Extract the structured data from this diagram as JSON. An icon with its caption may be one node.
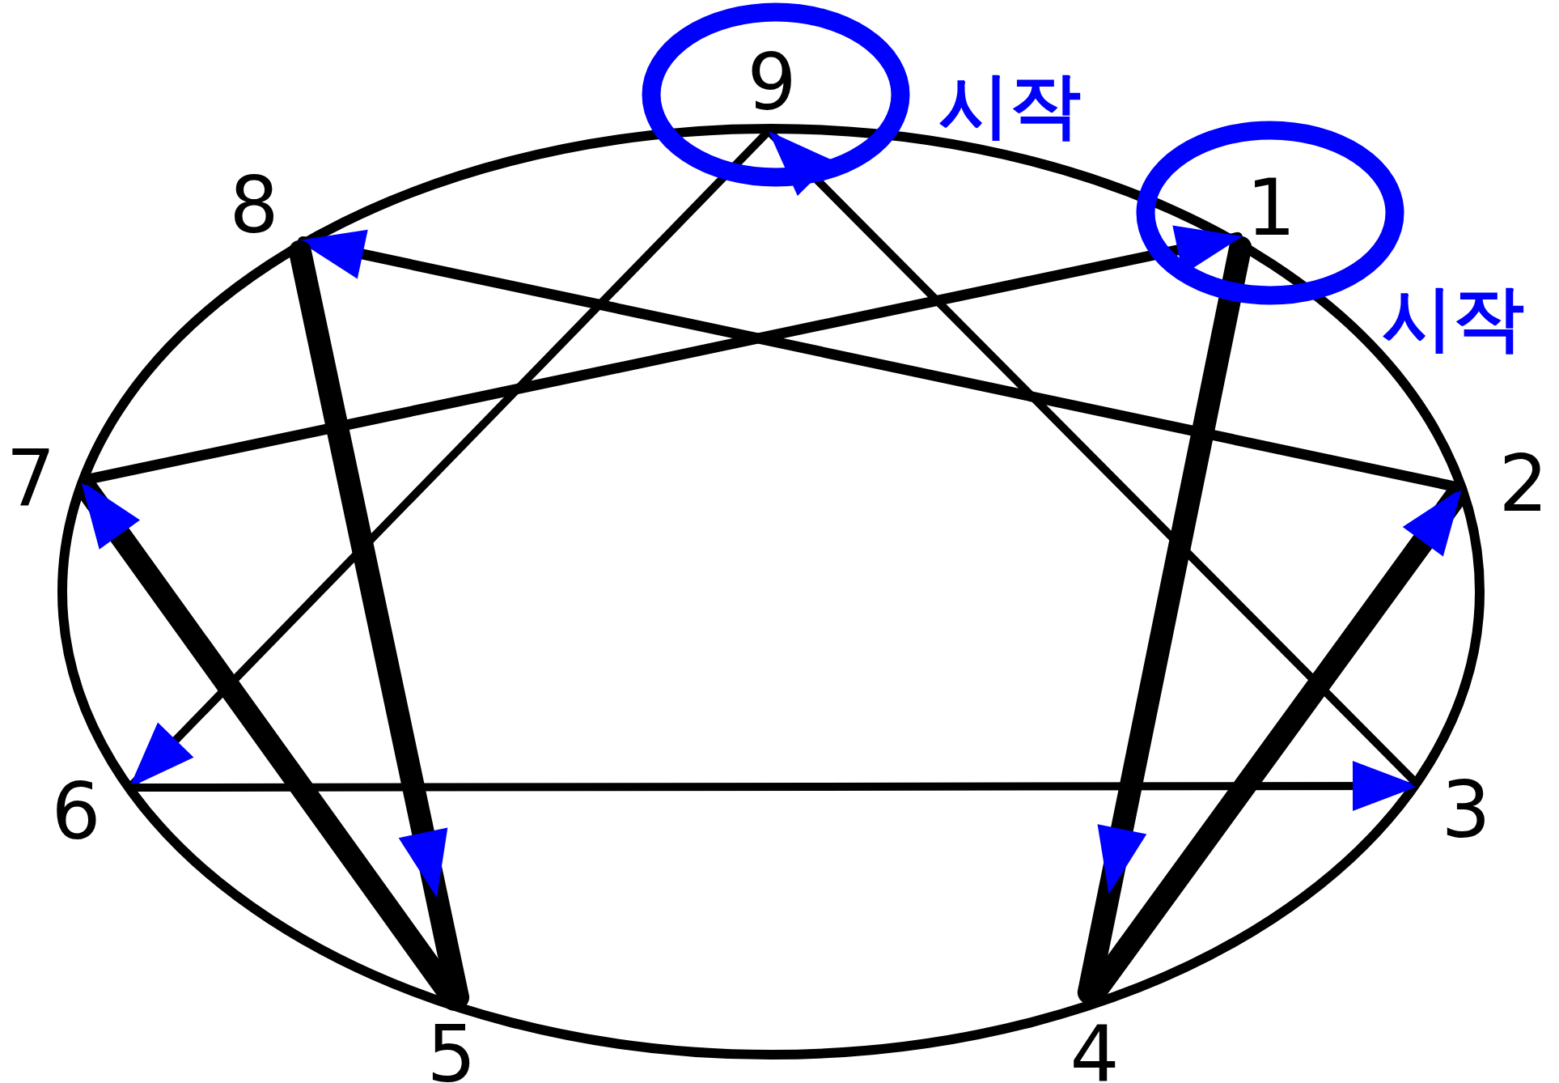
{
  "diagram": {
    "nodes": [
      {
        "text": [
          "9"
        ],
        "beside": [
          "시작"
        ]
      },
      {
        "text": [
          "8"
        ]
      },
      {
        "text": [
          "1"
        ],
        "beside": [
          "시작"
        ]
      },
      {
        "text": [
          "7"
        ]
      },
      {
        "text": [
          "2"
        ]
      },
      {
        "text": [
          "6"
        ]
      },
      {
        "text": [
          "3"
        ]
      },
      {
        "text": [
          "5"
        ]
      },
      {
        "text": [
          "4"
        ]
      }
    ],
    "edges": [
      {
        "from": 2,
        "to": 8,
        "arrow": "to",
        "style": "thick"
      },
      {
        "from": 8,
        "to": 4,
        "arrow": "to",
        "style": "thick"
      },
      {
        "from": 4,
        "to": 1,
        "arrow": "to"
      },
      {
        "from": 1,
        "to": 7,
        "arrow": "to",
        "style": "thick"
      },
      {
        "from": 7,
        "to": 3,
        "arrow": "to",
        "style": "thick"
      },
      {
        "from": 3,
        "to": 2,
        "arrow": "to"
      },
      {
        "from": 0,
        "to": 5,
        "arrow": "to"
      },
      {
        "from": 5,
        "to": 6,
        "arrow": "to"
      },
      {
        "from": 6,
        "to": 0,
        "arrow": "to"
      }
    ]
  }
}
